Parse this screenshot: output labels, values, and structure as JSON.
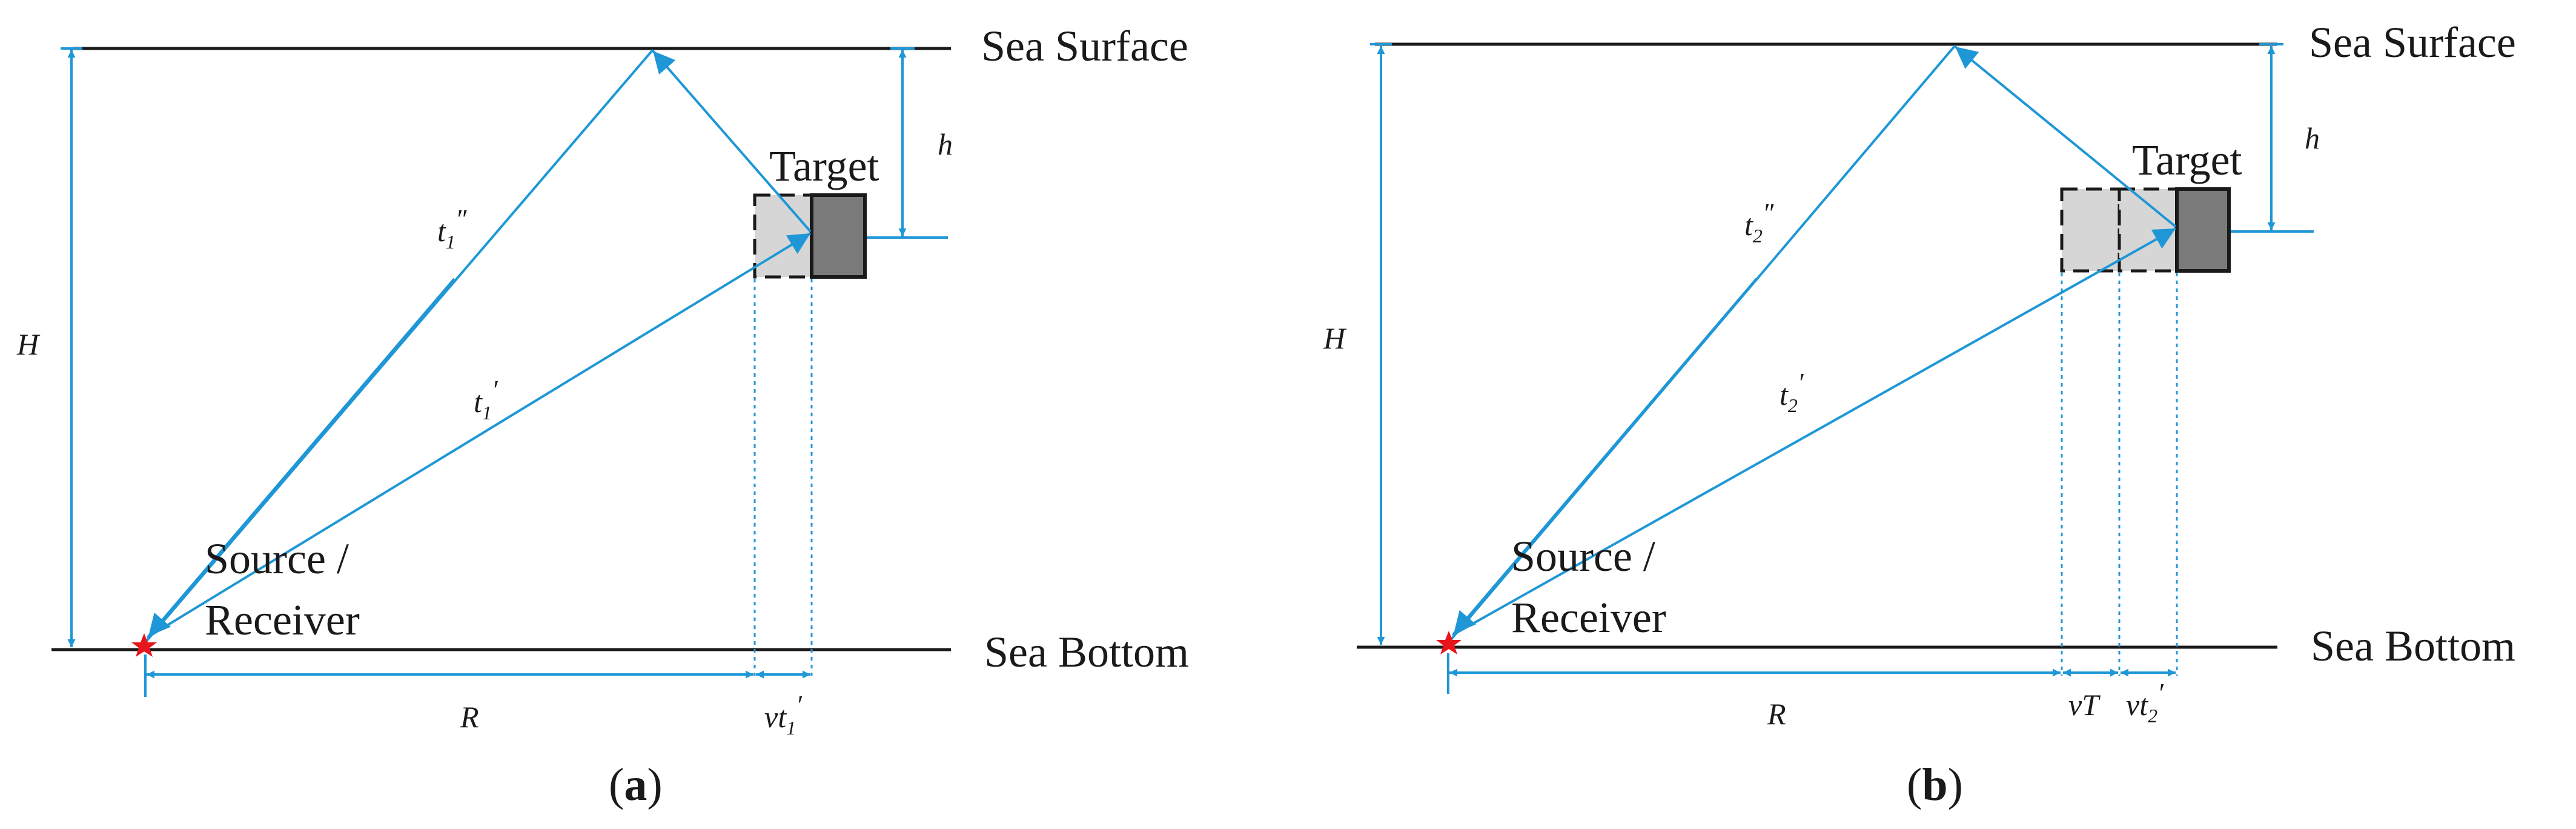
{
  "colors": {
    "blue": "#1f97d6",
    "line": "#1a1a1a",
    "star": "#e8141c",
    "target_fill": "#7a7a7a",
    "ghost_fill": "#d6d6d6"
  },
  "labels": {
    "sea_surface": "Sea Surface",
    "sea_bottom": "Sea Bottom",
    "target": "Target",
    "source": "Source /",
    "receiver": "Receiver",
    "depth": "H",
    "target_depth": "h",
    "range": "R",
    "velocity": "v"
  },
  "panels": [
    {
      "caption_open": "(",
      "caption_letter": "a",
      "caption_close": ")",
      "direct_path": "t",
      "direct_sub": "1",
      "direct_mark": "′",
      "surface_path": "t",
      "surface_sub": "1",
      "surface_mark": "″",
      "motion_label": "",
      "shift_t": "t",
      "shift_sub": "1",
      "shift_mark": "′"
    },
    {
      "caption_open": "(",
      "caption_letter": "b",
      "caption_close": ")",
      "direct_path": "t",
      "direct_sub": "2",
      "direct_mark": "′",
      "surface_path": "t",
      "surface_sub": "2",
      "surface_mark": "″",
      "motion_label": "vT",
      "shift_t": "t",
      "shift_sub": "2",
      "shift_mark": "′"
    }
  ]
}
